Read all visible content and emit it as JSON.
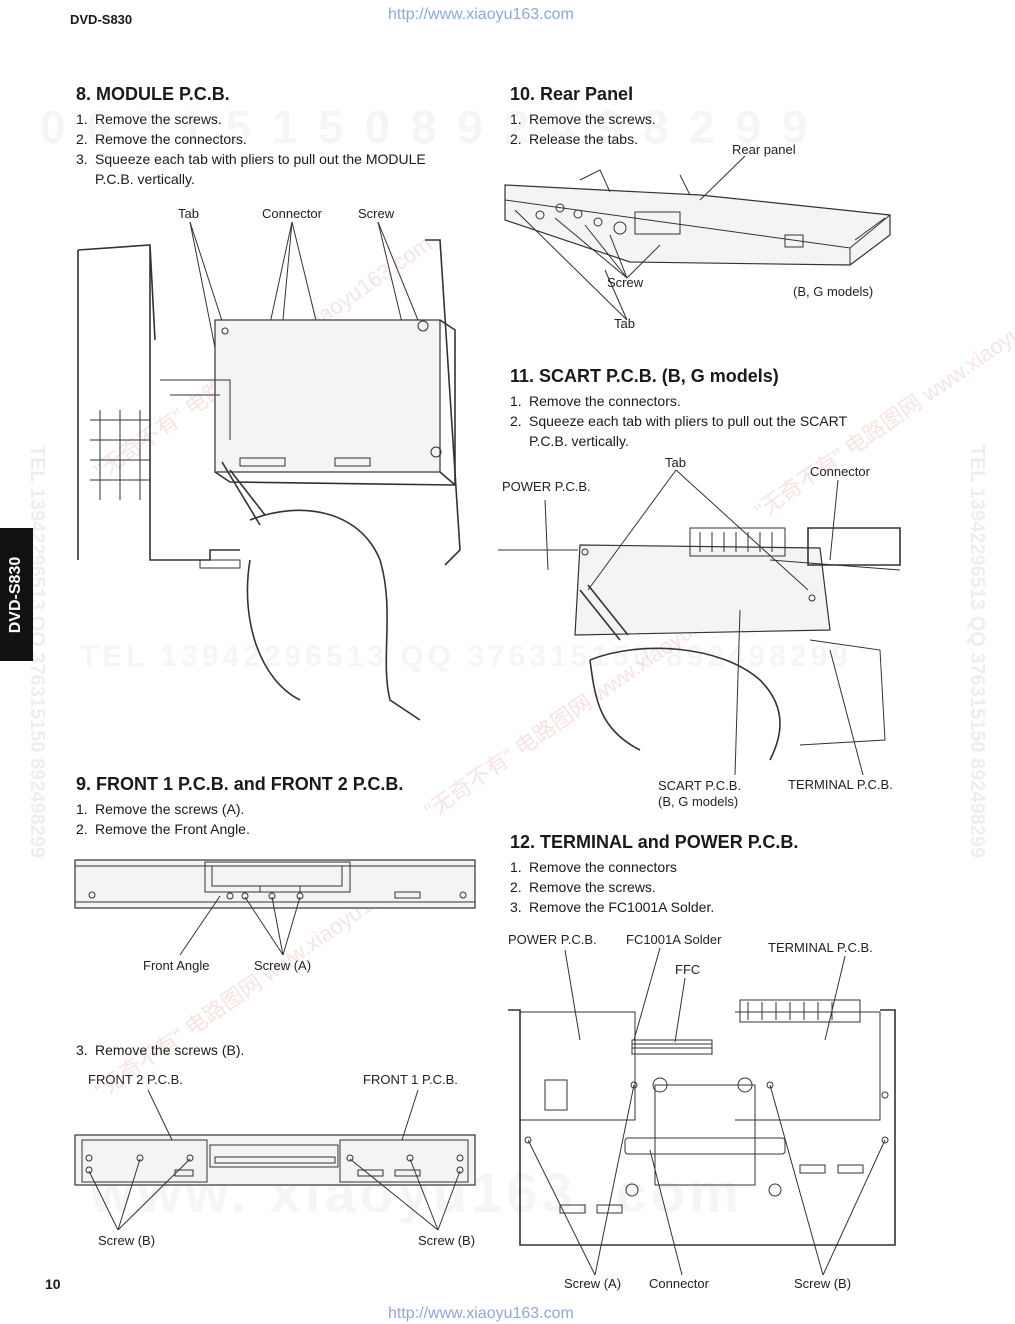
{
  "header": {
    "model": "DVD-S830",
    "url_top": "http://www.xiaoyu163.com",
    "url_bottom": "http://www.xiaoyu163.com",
    "side_tab": "DVD-S830",
    "page_number": "10"
  },
  "watermarks": {
    "row1": "0 6 3 1 5 1 5 0    8 9 2 4 9 8 2 9 9",
    "row2": "TEL 13942296513    QQ 376315150  892498299",
    "row3": "www. xiaoyu163. com",
    "side_left": "TEL 13942296513  QQ 376315150  892498299",
    "side_right": "TEL 13942296513  QQ 376315150  892498299",
    "red": "\"无奇不有\" 电路图网  www.xiaoyu163.com"
  },
  "sections": {
    "s8": {
      "title": "8. MODULE P.C.B.",
      "steps": [
        {
          "n": "1.",
          "text": "Remove the screws."
        },
        {
          "n": "2.",
          "text": "Remove the connectors."
        },
        {
          "n": "3.",
          "text": "Squeeze each tab with pliers to pull out the MODULE"
        }
      ],
      "step3_cont": "P.C.B. vertically.",
      "labels": {
        "tab": "Tab",
        "connector": "Connector",
        "screw": "Screw"
      }
    },
    "s9": {
      "title": "9. FRONT 1 P.C.B. and FRONT 2 P.C.B.",
      "steps": [
        {
          "n": "1.",
          "text": "Remove the screws (A)."
        },
        {
          "n": "2.",
          "text": "Remove the Front Angle."
        }
      ],
      "labels": {
        "front_angle": "Front Angle",
        "screw_a": "Screw (A)"
      },
      "step3": {
        "n": "3.",
        "text": "Remove the screws (B)."
      },
      "labels2": {
        "front2": "FRONT 2 P.C.B.",
        "front1": "FRONT 1 P.C.B.",
        "screw_b_left": "Screw (B)",
        "screw_b_right": "Screw (B)"
      }
    },
    "s10": {
      "title": "10. Rear Panel",
      "steps": [
        {
          "n": "1.",
          "text": "Remove the screws."
        },
        {
          "n": "2.",
          "text": "Release the tabs."
        }
      ],
      "labels": {
        "rear_panel": "Rear panel",
        "screw": "Screw",
        "tab": "Tab",
        "models": "(B, G models)"
      }
    },
    "s11": {
      "title": "11. SCART P.C.B. (B, G models)",
      "steps": [
        {
          "n": "1.",
          "text": "Remove the connectors."
        },
        {
          "n": "2.",
          "text": "Squeeze each tab with pliers to pull out the SCART"
        }
      ],
      "step2_cont": "P.C.B. vertically.",
      "labels": {
        "tab": "Tab",
        "connector": "Connector",
        "power": "POWER P.C.B.",
        "scart": "SCART P.C.B.",
        "scart_models": "(B, G models)",
        "terminal": "TERMINAL P.C.B."
      }
    },
    "s12": {
      "title": "12. TERMINAL and POWER P.C.B.",
      "steps": [
        {
          "n": "1.",
          "text": "Remove the connectors"
        },
        {
          "n": "2.",
          "text": "Remove the screws."
        },
        {
          "n": "3.",
          "text": "Remove the FC1001A Solder."
        }
      ],
      "labels": {
        "power": "POWER P.C.B.",
        "fc": "FC1001A Solder",
        "ffc": "FFC",
        "terminal": "TERMINAL P.C.B.",
        "screw_a": "Screw (A)",
        "connector": "Connector",
        "screw_b": "Screw (B)"
      }
    }
  }
}
